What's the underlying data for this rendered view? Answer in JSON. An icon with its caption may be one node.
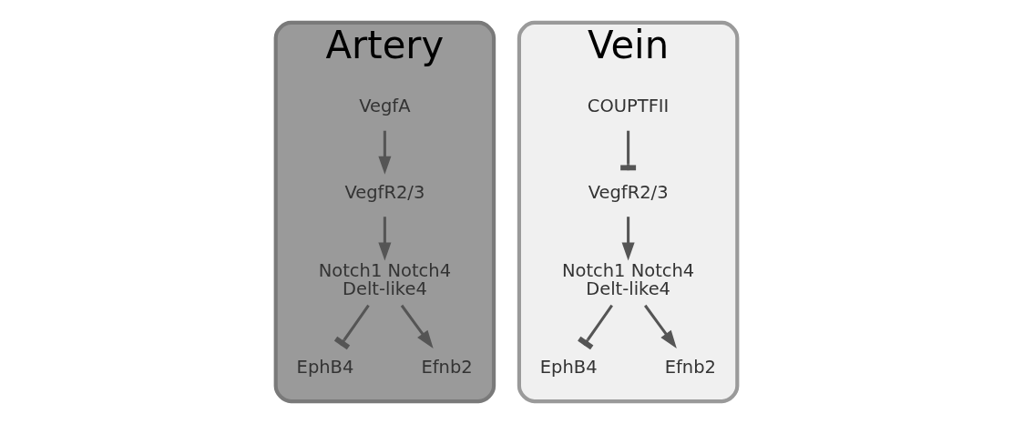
{
  "diagram": {
    "nodes": [
      {
        "text": [
          "Artery"
        ]
      },
      {
        "text": [
          "VegfA"
        ],
        "in": 0
      },
      {
        "text": [
          "VegfR2/3"
        ],
        "in": 0
      },
      {
        "text": [
          "Notch1 Notch4",
          "Delt-like4"
        ],
        "in": 0
      },
      {
        "text": [
          "EphB4"
        ],
        "in": 0
      },
      {
        "text": [
          "Efnb2"
        ],
        "in": 0
      },
      {
        "text": [
          "Vein"
        ]
      },
      {
        "text": [
          "COUPTFII"
        ],
        "in": 6
      },
      {
        "text": [
          "VegfR2/3"
        ],
        "in": 6
      },
      {
        "text": [
          "Notch1 Notch4",
          "Delt-like4"
        ],
        "in": 6
      },
      {
        "text": [
          "EphB4"
        ],
        "in": 6
      },
      {
        "text": [
          "Efnb2"
        ],
        "in": 6
      }
    ],
    "edges": [
      {
        "from": 1,
        "to": 2,
        "arrow": "to"
      },
      {
        "from": 2,
        "to": 3,
        "arrow": "to"
      },
      {
        "from": 3,
        "to": 4,
        "arrow": "other"
      },
      {
        "from": 3,
        "to": 5,
        "arrow": "to"
      },
      {
        "from": 7,
        "to": 8,
        "arrow": "other"
      },
      {
        "from": 8,
        "to": 9,
        "arrow": "to"
      },
      {
        "from": 9,
        "to": 10,
        "arrow": "other"
      },
      {
        "from": 9,
        "to": 11,
        "arrow": "to"
      }
    ]
  }
}
